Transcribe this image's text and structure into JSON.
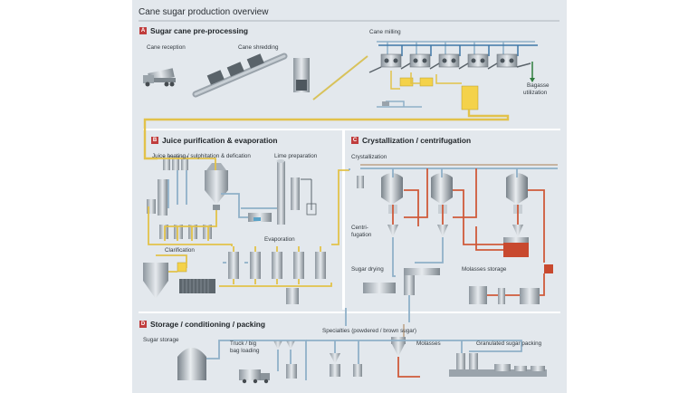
{
  "title": "Cane sugar production overview",
  "sections": [
    {
      "badge": "A",
      "label": "Sugar cane  pre-processing"
    },
    {
      "badge": "B",
      "label": "Juice purification & evaporation"
    },
    {
      "badge": "C",
      "label": "Crystallization / centrifugation"
    },
    {
      "badge": "D",
      "label": "Storage / conditioning / packing"
    }
  ],
  "labels": {
    "cane_reception": "Cane reception",
    "cane_shredding": "Cane shredding",
    "cane_milling": "Cane milling",
    "bagasse_1": "Bagasse",
    "bagasse_2": "utilization",
    "juice_heating": "Juice heating / sulphitation & defication",
    "lime_preparation": "Lime preparation",
    "clarification": "Clarification",
    "evaporation": "Evaporation",
    "crystallization": "Crystallization",
    "centri_1": "Centri-",
    "centri_2": "fugation",
    "sugar_drying": "Sugar drying",
    "molasses_storage": "Molasses storage",
    "sugar_storage": "Sugar storage",
    "truck_1": "Truck / big",
    "truck_2": "bag loading",
    "specialties": "Specialties (powdered / brown sugar)",
    "molasses": "Molasses",
    "granulated_packing": "Granulated sugar packing"
  },
  "colors": {
    "background": "#e3e8ed",
    "juice_pipe": "#e2c24a",
    "water_pipe": "#8fb0c8",
    "molasses_pipe": "#cf5a3a",
    "equipment": "#b8bfc6",
    "badge": "#c03d3d"
  }
}
